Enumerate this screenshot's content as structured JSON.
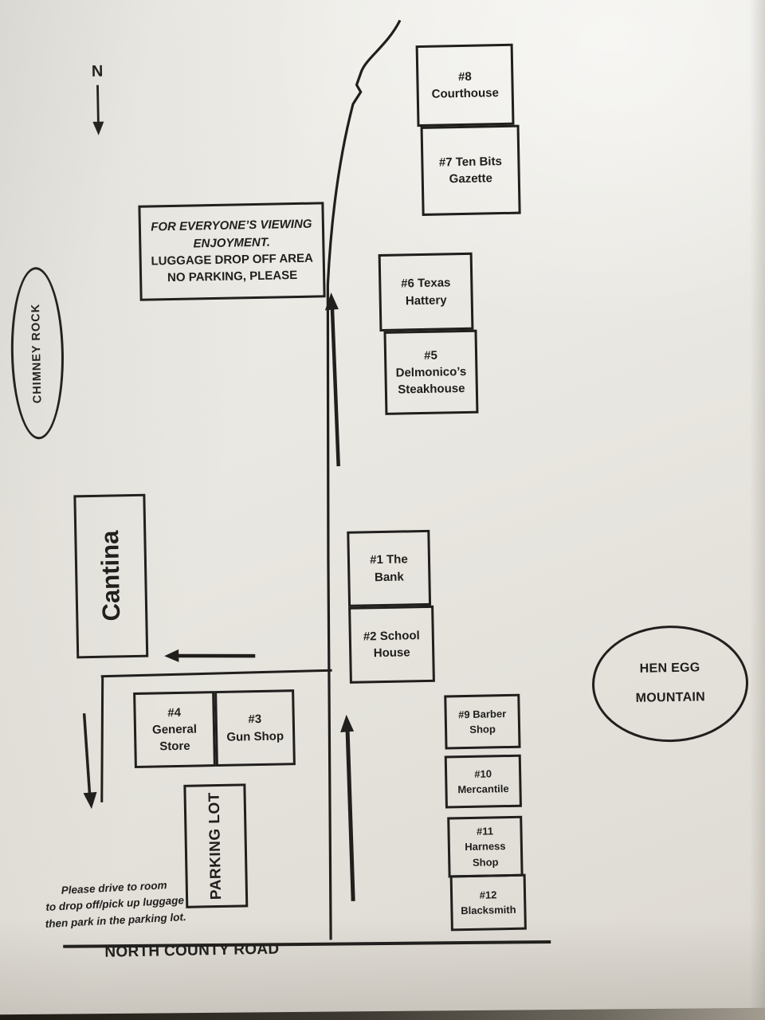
{
  "colors": {
    "ink": "#201f1d",
    "paper": "#e9e7e1"
  },
  "compass": {
    "label": "N"
  },
  "landmarks": {
    "chimney_rock": "CHIMNEY ROCK",
    "hen_egg_mountain": [
      "HEN EGG",
      "MOUNTAIN"
    ]
  },
  "buildings": {
    "courthouse": [
      "#8",
      "Courthouse"
    ],
    "gazette": [
      "#7 Ten Bits",
      "Gazette"
    ],
    "hattery": [
      "#6 Texas",
      "Hattery"
    ],
    "steakhouse": [
      "#5",
      "Delmonico’s",
      "Steakhouse"
    ],
    "bank": [
      "#1 The",
      "Bank"
    ],
    "school_house": [
      "#2 School",
      "House"
    ],
    "general_store": [
      "#4",
      "General",
      "Store"
    ],
    "gun_shop": [
      "#3",
      "Gun Shop"
    ],
    "barber_shop": [
      "#9 Barber",
      "Shop"
    ],
    "mercantile": [
      "#10",
      "Mercantile"
    ],
    "harness_shop": [
      "#11",
      "Harness",
      "Shop"
    ],
    "blacksmith": [
      "#12",
      "Blacksmith"
    ],
    "cantina": "Cantina",
    "parking_lot": "PARKING LOT"
  },
  "signs": {
    "luggage_sign": {
      "italic_lines": [
        "FOR EVERYONE’S VIEWING",
        "ENJOYMENT."
      ],
      "lines": [
        "LUGGAGE DROP OFF AREA",
        "NO PARKING, PLEASE"
      ]
    },
    "drive_note": [
      "Please drive to room",
      "to drop off/pick up luggage",
      "then park in the parking lot."
    ],
    "road_label": "NORTH COUNTY ROAD"
  }
}
